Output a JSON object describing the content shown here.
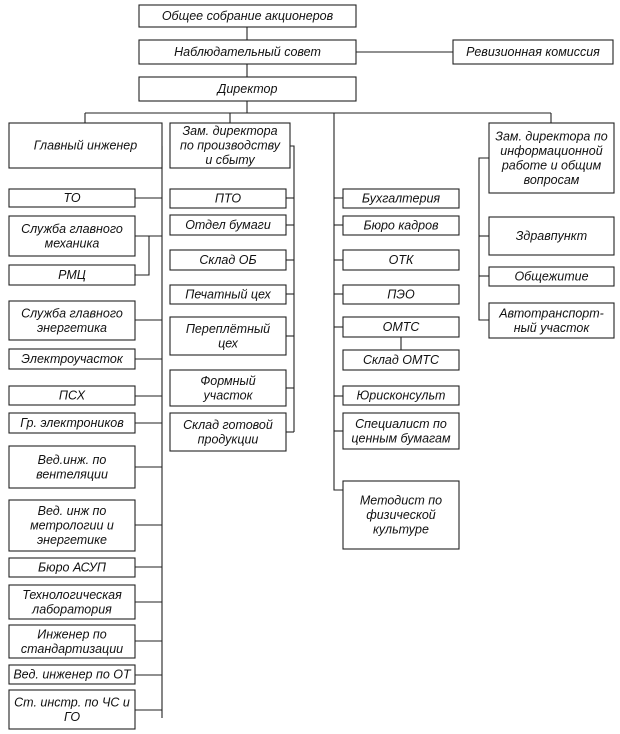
{
  "nodes": {
    "shareholders": [
      "Общее собрание акционеров"
    ],
    "supervisory_board": [
      "Наблюдательный совет"
    ],
    "audit_commission": [
      "Ревизионная комиссия"
    ],
    "director": [
      "Директор"
    ],
    "chief_engineer": [
      "Главный инженер"
    ],
    "deputy_production": [
      "Зам. директора",
      "по производству",
      "и сбыту"
    ],
    "deputy_info": [
      "Зам. директора по",
      "информационной",
      "работе и общим",
      "вопросам"
    ],
    "to": [
      "ТО"
    ],
    "chief_mechanic": [
      "Служба главного",
      "механика"
    ],
    "rmc": [
      "РМЦ"
    ],
    "chief_energy": [
      "Служба главного",
      "энергетика"
    ],
    "electro_section": [
      "Электроучасток"
    ],
    "psh": [
      "ПСХ"
    ],
    "electronics_group": [
      "Гр. электроников"
    ],
    "ventilation_engineer": [
      "Вед.инж. по",
      "вентеляции"
    ],
    "metrology_engineer": [
      "Вед. инж по",
      "метрологии и",
      "энергетике"
    ],
    "asup": [
      "Бюро АСУП"
    ],
    "tech_lab": [
      "Технологическая",
      "лаборатория"
    ],
    "standardization_engineer": [
      "Инженер по",
      "стандартизации"
    ],
    "ot_engineer": [
      "Вед. инженер по ОТ"
    ],
    "cs_instructor": [
      "Ст. инстр. по ЧС и",
      "ГО"
    ],
    "pto": [
      "ПТО"
    ],
    "paper_dept": [
      "Отдел бумаги"
    ],
    "ob_warehouse": [
      "Склад ОБ"
    ],
    "printing_shop": [
      "Печатный цех"
    ],
    "binding_shop": [
      "Переплётный",
      "цех"
    ],
    "form_section": [
      "Формный",
      "участок"
    ],
    "finished_goods": [
      "Склад готовой",
      "продукции"
    ],
    "accounting": [
      "Бухгалтерия"
    ],
    "hr_bureau": [
      "Бюро кадров"
    ],
    "otk": [
      "ОТК"
    ],
    "peo": [
      "ПЭО"
    ],
    "omts": [
      "ОМТС"
    ],
    "omts_warehouse": [
      "Склад ОМТС"
    ],
    "lawyer": [
      "Юрисконсульт"
    ],
    "securities_specialist": [
      "Специалист по",
      "ценным бумагам"
    ],
    "pe_methodist": [
      "Методист по",
      "физической",
      "культуре"
    ],
    "health_post": [
      "Здравпункт"
    ],
    "dormitory": [
      "Общежитие"
    ],
    "transport_section": [
      "Автотранспорт-",
      "ный участок"
    ]
  }
}
